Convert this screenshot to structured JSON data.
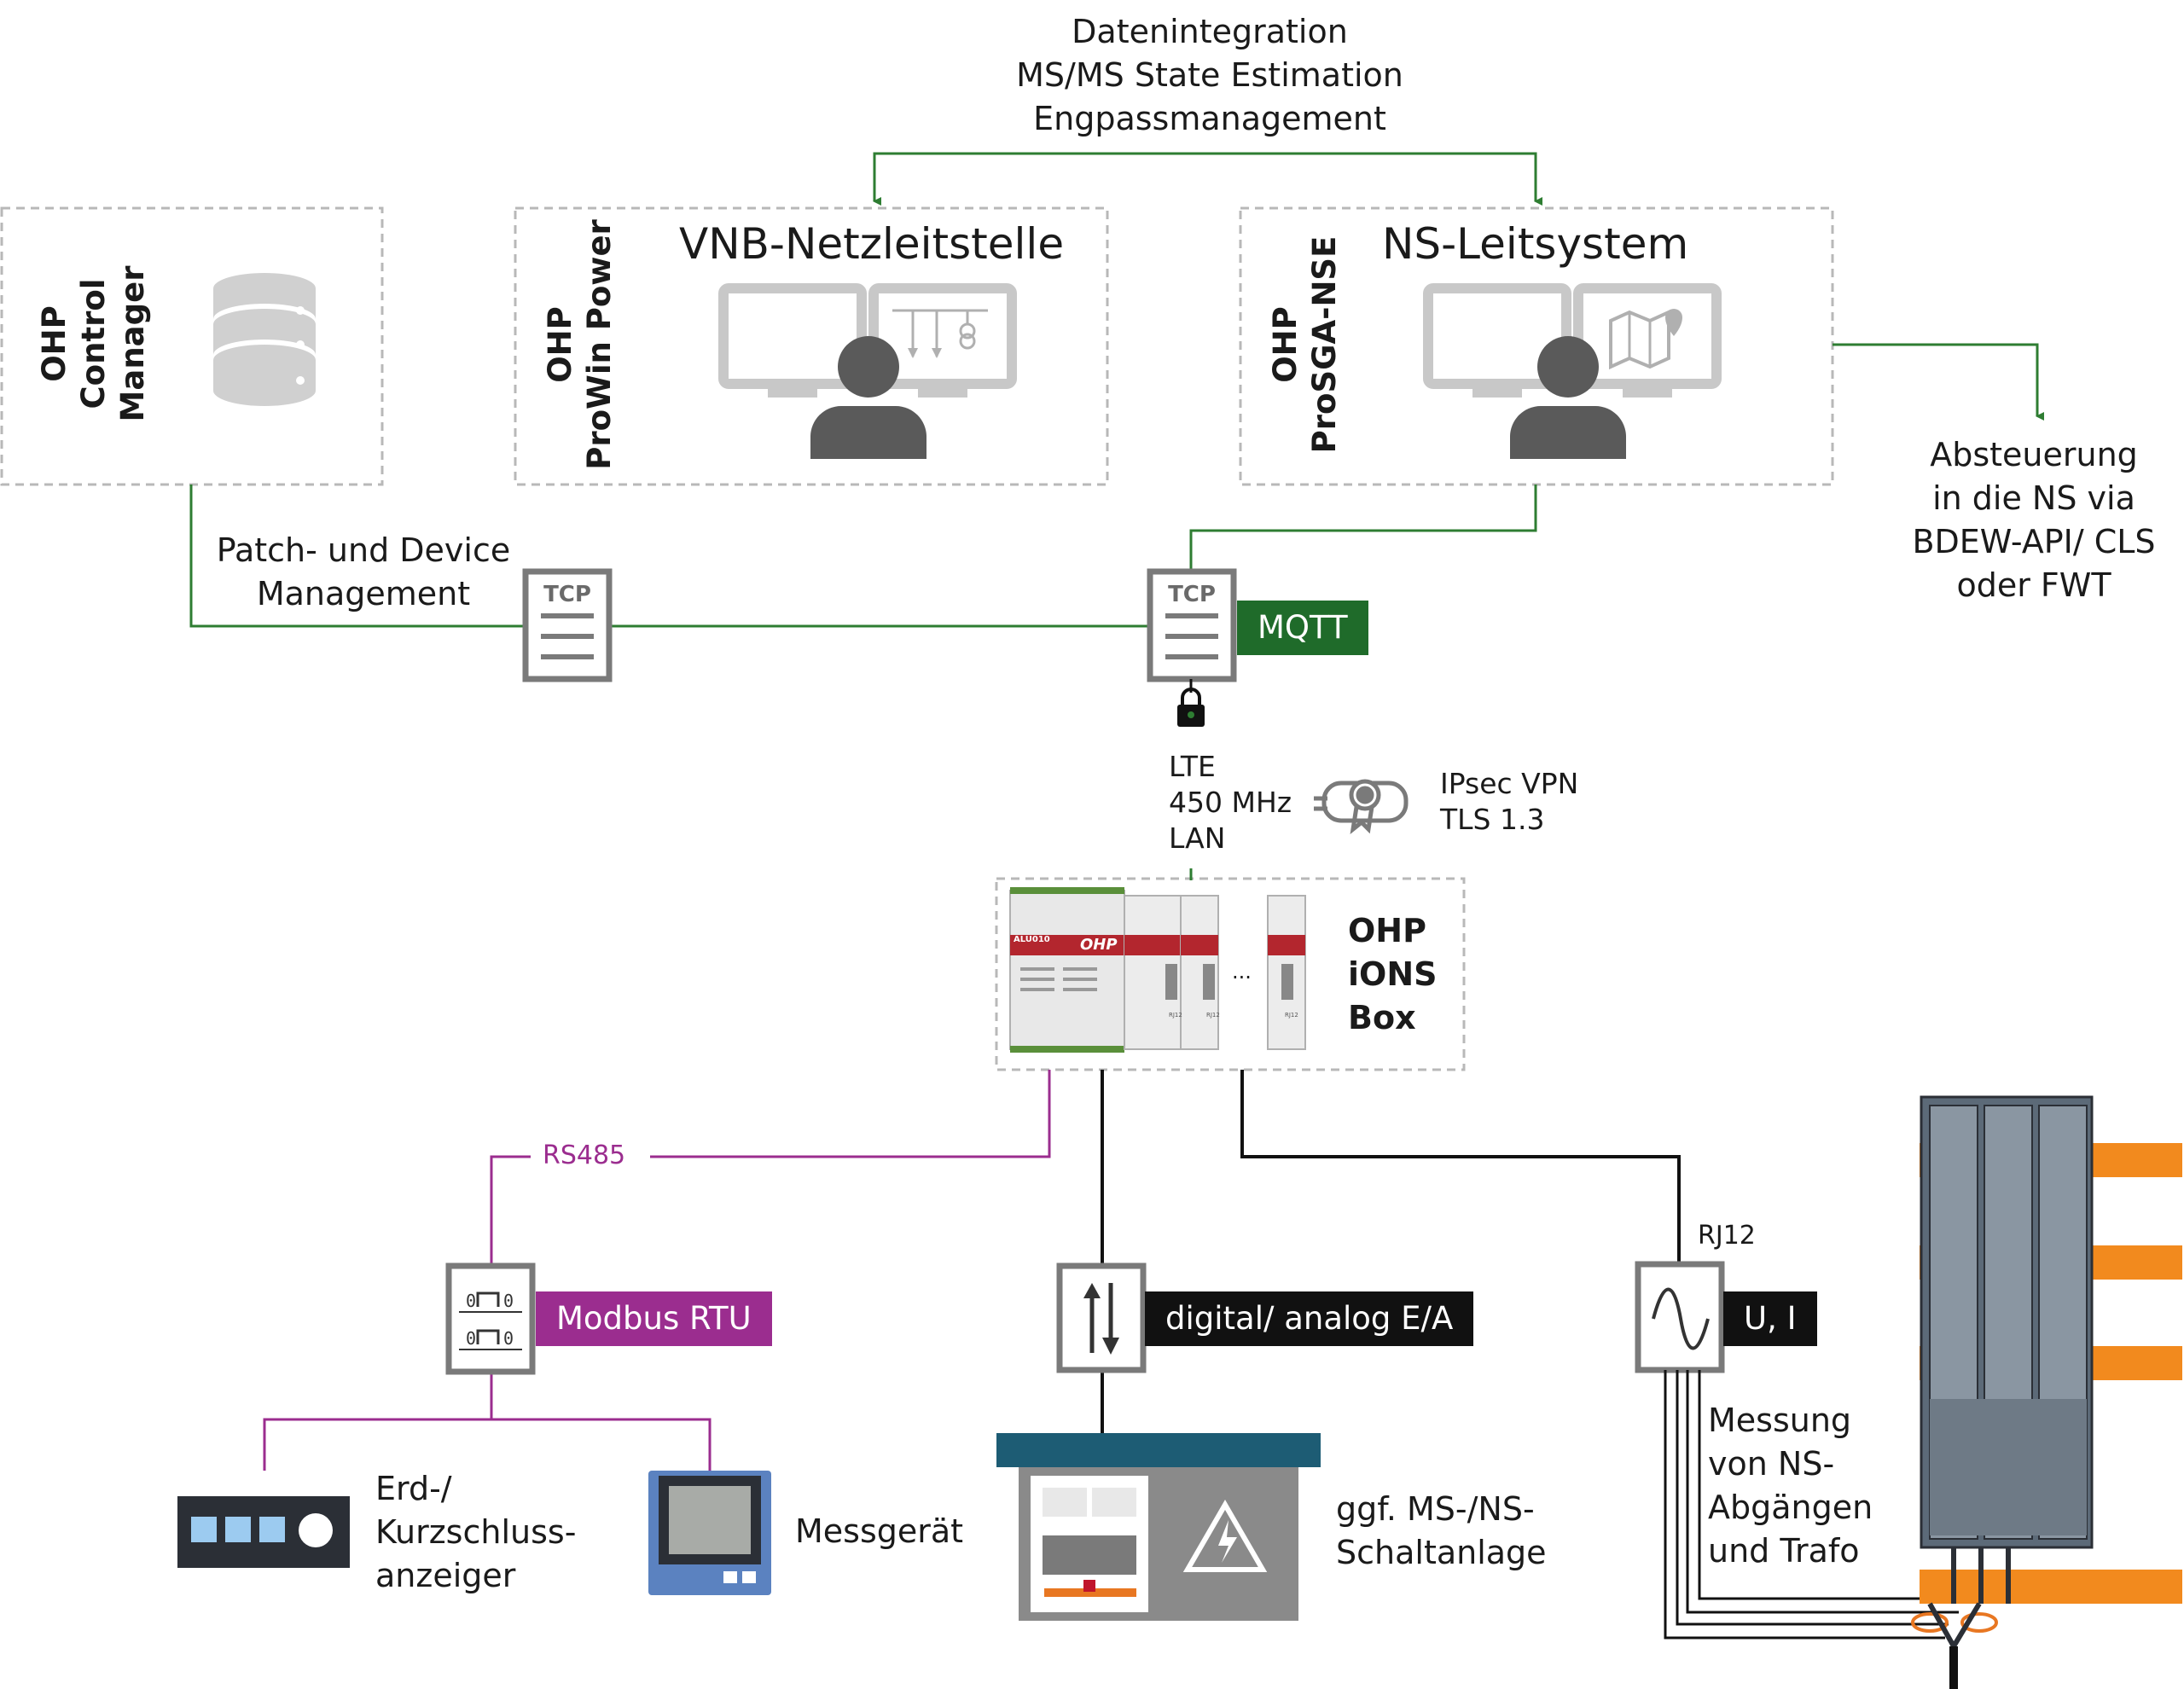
{
  "top_caption": {
    "line1": "Datenintegration",
    "line2": "MS/MS State Estimation",
    "line3": "Engpassmanagement"
  },
  "control_manager": {
    "label_line1": "OHP",
    "label_line2": "Control",
    "label_line3": "Manager",
    "icon": "database-icon"
  },
  "netzleitstelle": {
    "side_line1": "OHP",
    "side_line2": "ProWin Power",
    "title": "VNB-Netzleitstelle",
    "icon": "operator-workstation-icon"
  },
  "leitsystem": {
    "side_line1": "OHP",
    "side_line2": "ProSGA-NSE",
    "title": "NS-Leitsystem",
    "icon": "operator-map-workstation-icon"
  },
  "absteuerung": {
    "line1": "Absteuerung",
    "line2": "in die NS via",
    "line3": "BDEW-API/ CLS",
    "line4": "oder FWT"
  },
  "patch_management": {
    "line1": "Patch- und Device",
    "line2": "Management"
  },
  "tcp_label": "TCP",
  "mqtt_label": "MQTT",
  "connection": {
    "line1": "LTE",
    "line2": "450 MHz",
    "line3": "LAN"
  },
  "security": {
    "line1": "IPsec VPN",
    "line2": "TLS 1.3",
    "icon": "certificate-icon"
  },
  "ions_box": {
    "line1": "OHP",
    "line2": "iONS",
    "line3": "Box",
    "device_label": "ALU010",
    "device_brand": "OHP",
    "ellipsis": "...",
    "rj_label_1": "RJ12",
    "rj_label_2": "RJ12",
    "rj_label_3": "RJ12"
  },
  "rs485_label": "RS485",
  "modbus_label": "Modbus RTU",
  "digital_label": "digital/ analog E/A",
  "rj12_label": "RJ12",
  "ui_label": "U, I",
  "fault_indicator": {
    "line1": "Erd-/",
    "line2": "Kurzschluss-",
    "line3": "anzeiger"
  },
  "meter_label": "Messgerät",
  "switchgear": {
    "line1": "ggf. MS-/NS-",
    "line2": "Schaltanlage"
  },
  "measurement": {
    "line1": "Messung",
    "line2": "von NS-",
    "line3": "Abgängen",
    "line4": "und Trafo"
  },
  "colors": {
    "green_line": "#2e7d32",
    "mqtt_bg": "#1f6b2a",
    "purple": "#9b2d8f",
    "black": "#111111",
    "gray_icon": "#5a5a5a",
    "light_gray": "#d0d0d0",
    "dashed_border": "#b8b8b8",
    "orange": "#f28a1e",
    "switchgear_roof": "#1d5c74",
    "meter_blue": "#5b82c0"
  }
}
